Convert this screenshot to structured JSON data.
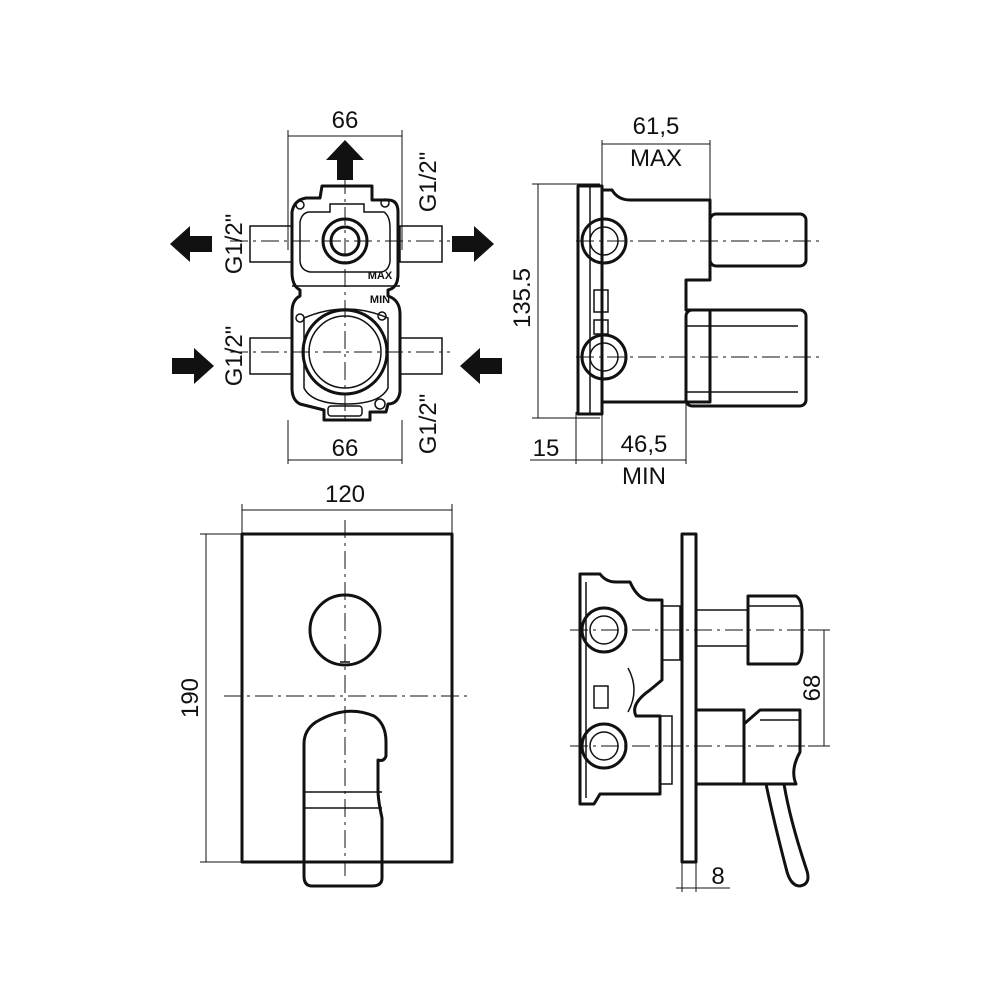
{
  "dimensions": {
    "top_width": "66",
    "bottom_width": "66",
    "thread_top_left": "G1/2\"",
    "thread_top_right": "G1/2\"",
    "thread_bottom_left": "G1/2\"",
    "thread_bottom_right": "G1/2\"",
    "depth_max": "61,5",
    "depth_max_label": "MAX",
    "height": "135.5",
    "plate_offset": "15",
    "depth_min": "46,5",
    "depth_min_label": "MIN",
    "plate_width": "120",
    "plate_height": "190",
    "axis_spacing": "68",
    "plate_thickness": "8"
  },
  "body_markings": {
    "max": "MAX",
    "min": "MIN"
  }
}
